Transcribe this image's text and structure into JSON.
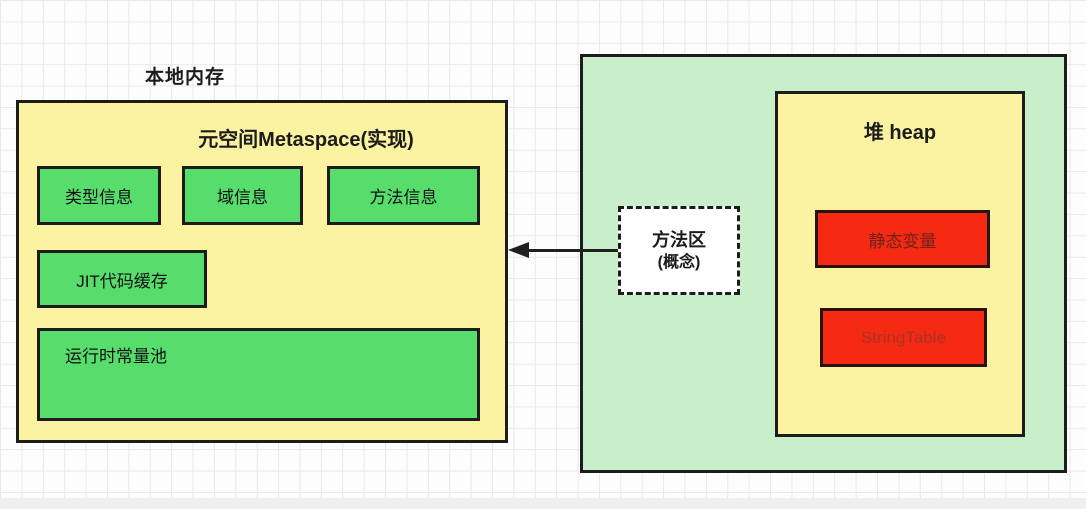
{
  "canvas": {
    "native_memory_label": "本地内存",
    "metaspace_box": {
      "title": "元空间Metaspace(实现)",
      "cells": {
        "type_info": "类型信息",
        "field_info": "域信息",
        "method_info": "方法信息",
        "jit_cache": "JIT代码缓存",
        "runtime_constant_pool": "运行时常量池"
      }
    },
    "method_area_box": {
      "title": "方法区",
      "subtitle": "(概念)"
    },
    "heap_box": {
      "title": "堆 heap",
      "cells": {
        "static_vars": "静态变量",
        "string_table": "StringTable"
      }
    },
    "colors": {
      "yellow_fill": "#FBF2A2",
      "green_cell_fill": "#57DD6B",
      "light_green_fill": "#C9EFCA",
      "red_cell_fill": "#F62A13",
      "stroke": "#1C1C1C",
      "grid_line": "#E8E8EB"
    }
  }
}
